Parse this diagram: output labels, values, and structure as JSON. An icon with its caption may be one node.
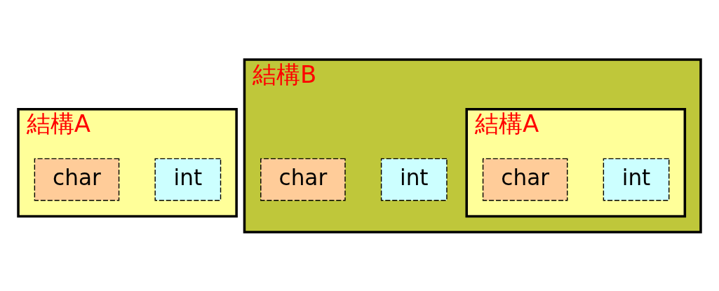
{
  "diagram": {
    "nodes": [
      {
        "text": [
          "結構A"
        ]
      },
      {
        "text": [
          "int"
        ],
        "in": 0
      },
      {
        "text": [
          "char"
        ],
        "in": 0
      },
      {
        "text": [
          "結構B"
        ]
      },
      {
        "text": [
          "int"
        ],
        "in": 3
      },
      {
        "text": [
          "char"
        ],
        "in": 3
      },
      {
        "text": [
          "結構A"
        ],
        "in": 3
      },
      {
        "text": [
          "int"
        ],
        "in": 6
      },
      {
        "text": [
          "char"
        ],
        "in": 6
      }
    ]
  }
}
